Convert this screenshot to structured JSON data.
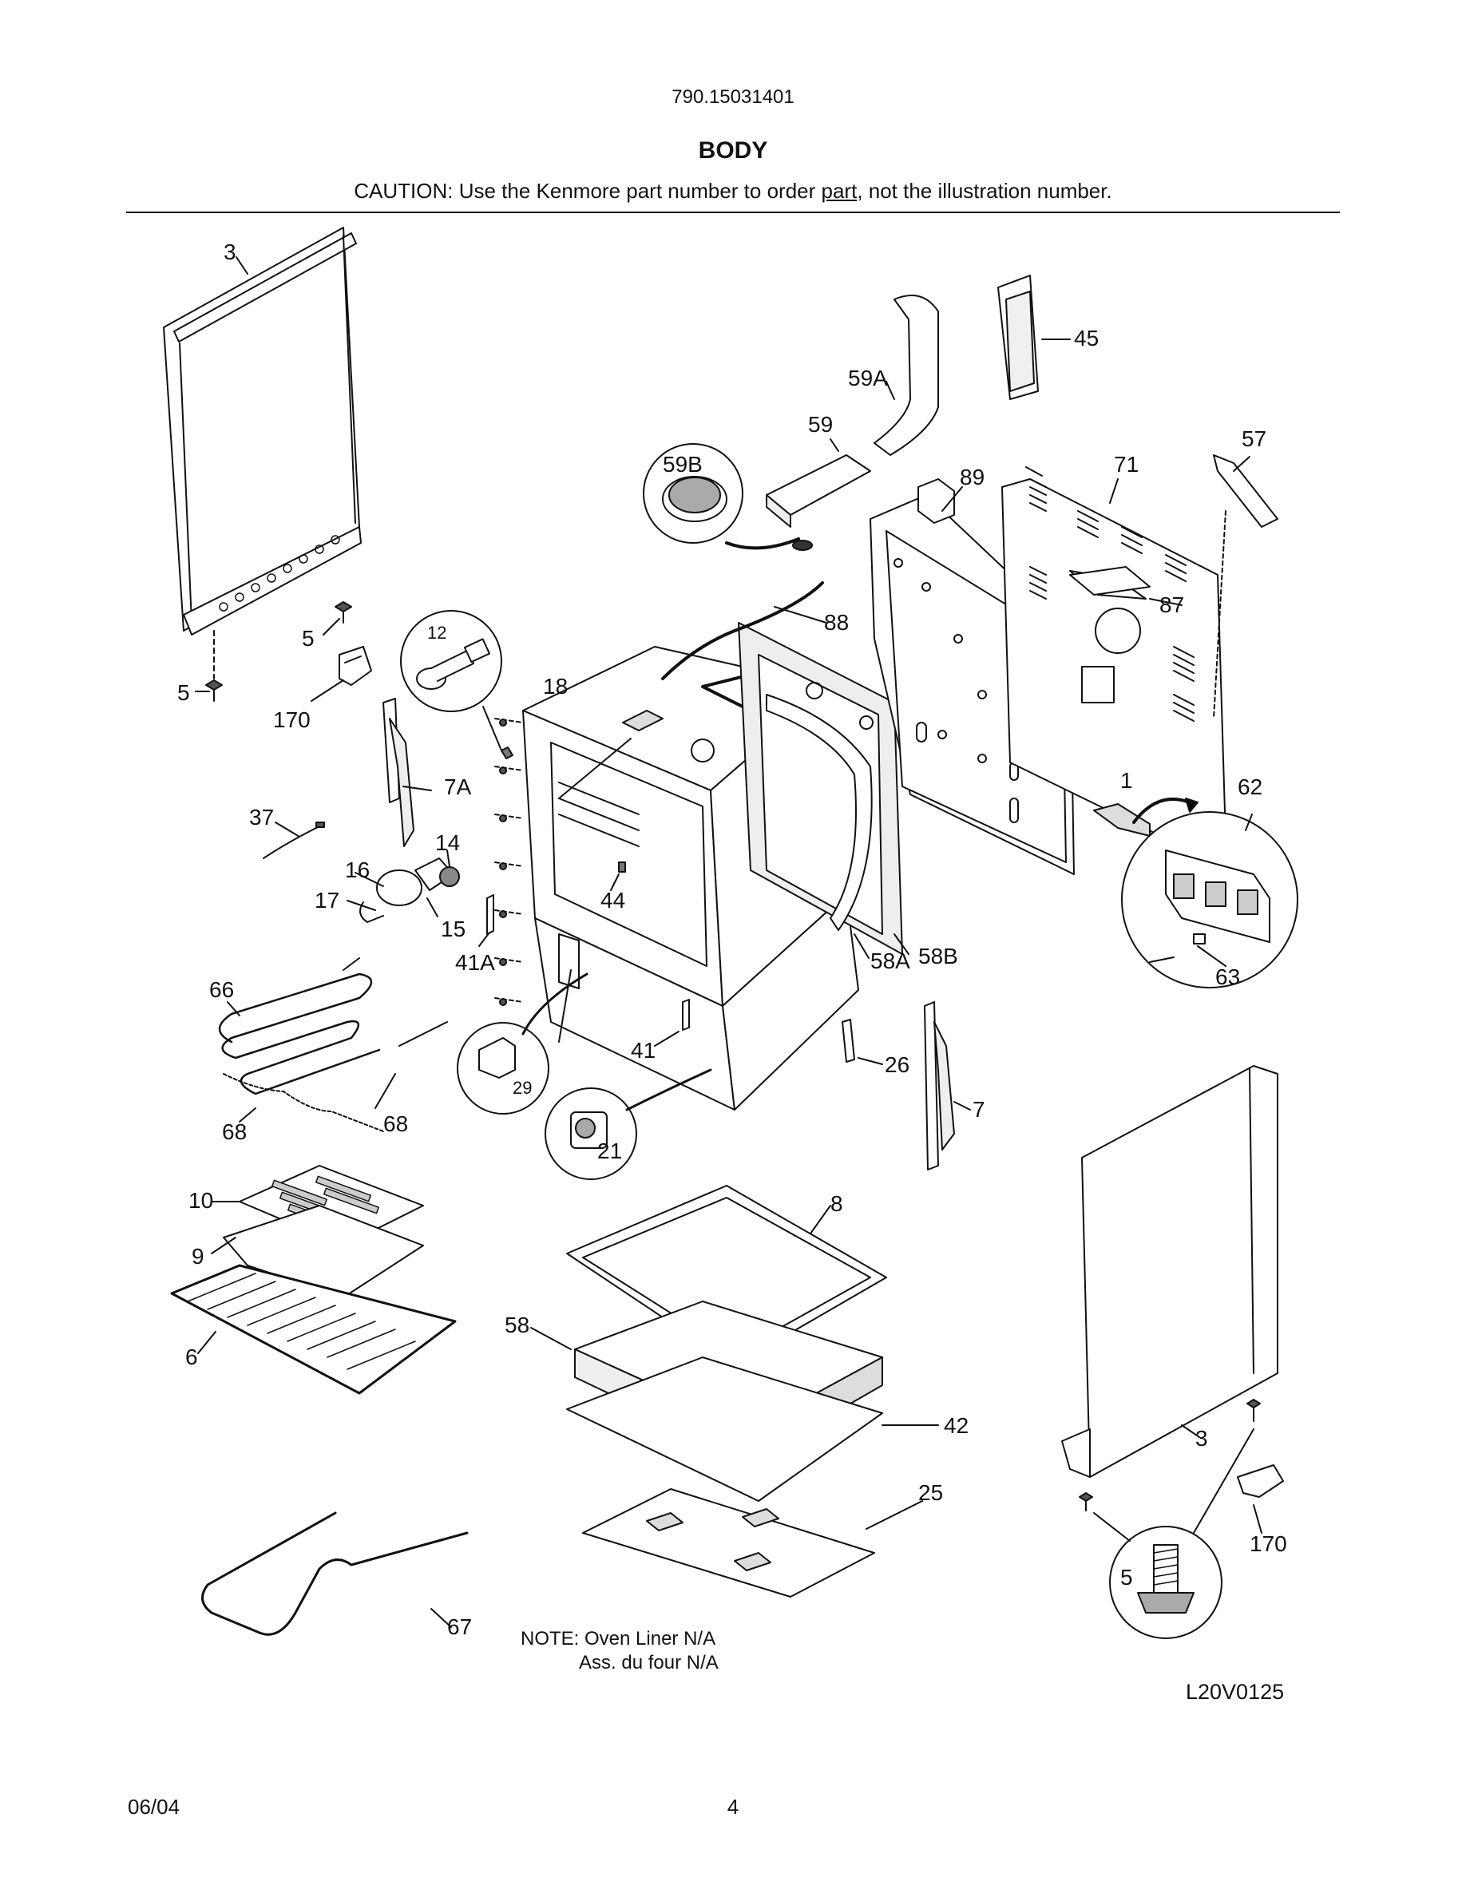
{
  "header": {
    "model_number": "790.15031401",
    "section_title": "BODY",
    "caution_prefix": "CAUTION: Use the Kenmore part number to order ",
    "caution_underlined": "part",
    "caution_suffix": ", not the illustration number."
  },
  "callouts": {
    "p3_top": "3",
    "p5_a": "5",
    "p5_b": "5",
    "p170_a": "170",
    "p12": "12",
    "p18": "18",
    "p7A": "7A",
    "p37": "37",
    "p14": "14",
    "p16": "16",
    "p17": "17",
    "p15": "15",
    "p41A": "41A",
    "p44": "44",
    "p66": "66",
    "p68_a": "68",
    "p68_b": "68",
    "p29": "29",
    "p41": "41",
    "p21": "21",
    "p26": "26",
    "p7": "7",
    "p58A": "58A",
    "p58B": "58B",
    "p45": "45",
    "p59A": "59A",
    "p59": "59",
    "p59B": "59B",
    "p89": "89",
    "p71": "71",
    "p57": "57",
    "p87": "87",
    "p88": "88",
    "p1": "1",
    "p62": "62",
    "p63": "63",
    "p10": "10",
    "p9": "9",
    "p6": "6",
    "p8": "8",
    "p58": "58",
    "p42": "42",
    "p25": "25",
    "p67": "67",
    "p3_bottom": "3",
    "p170_b": "170",
    "p5_c": "5"
  },
  "note": {
    "line1": "NOTE: Oven Liner N/A",
    "line2": "Ass. du four N/A"
  },
  "drawing_id": "L20V0125",
  "footer": {
    "date": "06/04",
    "page_number": "4"
  }
}
